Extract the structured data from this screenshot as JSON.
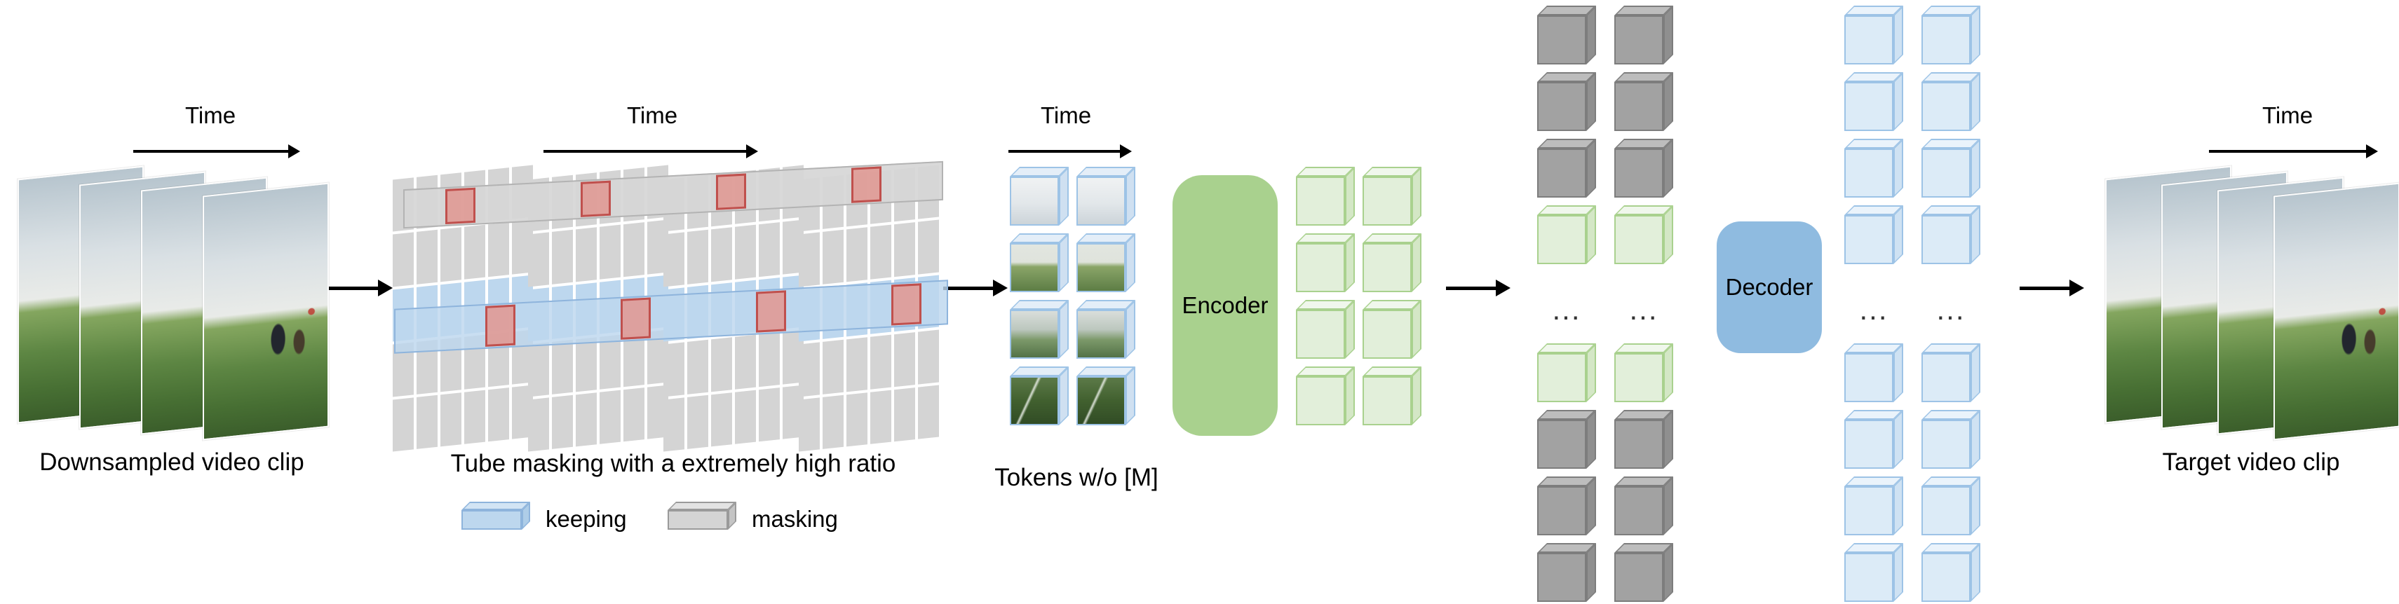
{
  "labels": {
    "time": "Time",
    "downsampled_caption": "Downsampled video clip",
    "tube_caption": "Tube masking with a extremely high ratio",
    "legend_keeping": "keeping",
    "legend_masking": "masking",
    "tokens_caption": "Tokens w/o [M]",
    "encoder": "Encoder",
    "decoder": "Decoder",
    "ellipsis": "...",
    "target_caption": "Target video clip"
  },
  "colors": {
    "keeping_fill": "#bdd7ee",
    "keeping_border": "#8eb4dc",
    "masking_fill": "#d4d4d4",
    "masking_border": "#b0b0b0",
    "encoder_fill": "#a9d18e",
    "decoder_fill": "#8fbbe0",
    "mask_cube_fill": "#a2a2a2",
    "mask_cube_border": "#7d7d7d",
    "latent_cube_fill": "#e2efda",
    "latent_cube_border": "#a9d18e",
    "out_cube_fill": "#dcebf7",
    "out_cube_border": "#9dc3e6",
    "highlight_red": "#c0504d",
    "arrow": "#000000",
    "text": "#000000"
  },
  "structure": {
    "tokens_grid": {
      "cols": 2,
      "rows": [
        "tok1",
        "tok2",
        "tok3",
        "tok4"
      ]
    },
    "latent_grid": {
      "cols": 2,
      "rows": [
        "latent",
        "latent",
        "latent",
        "latent"
      ]
    },
    "decoder_in_top": {
      "cols": 2,
      "rows": [
        "mask",
        "mask",
        "mask",
        "latent"
      ]
    },
    "decoder_in_bottom": {
      "cols": 2,
      "rows": [
        "latent",
        "mask",
        "mask",
        "mask"
      ]
    },
    "decoder_out_top": {
      "cols": 2,
      "rows": [
        "out",
        "out",
        "out",
        "out"
      ]
    },
    "decoder_out_bottom": {
      "cols": 2,
      "rows": [
        "out",
        "out",
        "out",
        "out"
      ]
    },
    "tube": {
      "planes": 4,
      "cols": 6,
      "rows": 5,
      "keep_row": 2
    }
  }
}
